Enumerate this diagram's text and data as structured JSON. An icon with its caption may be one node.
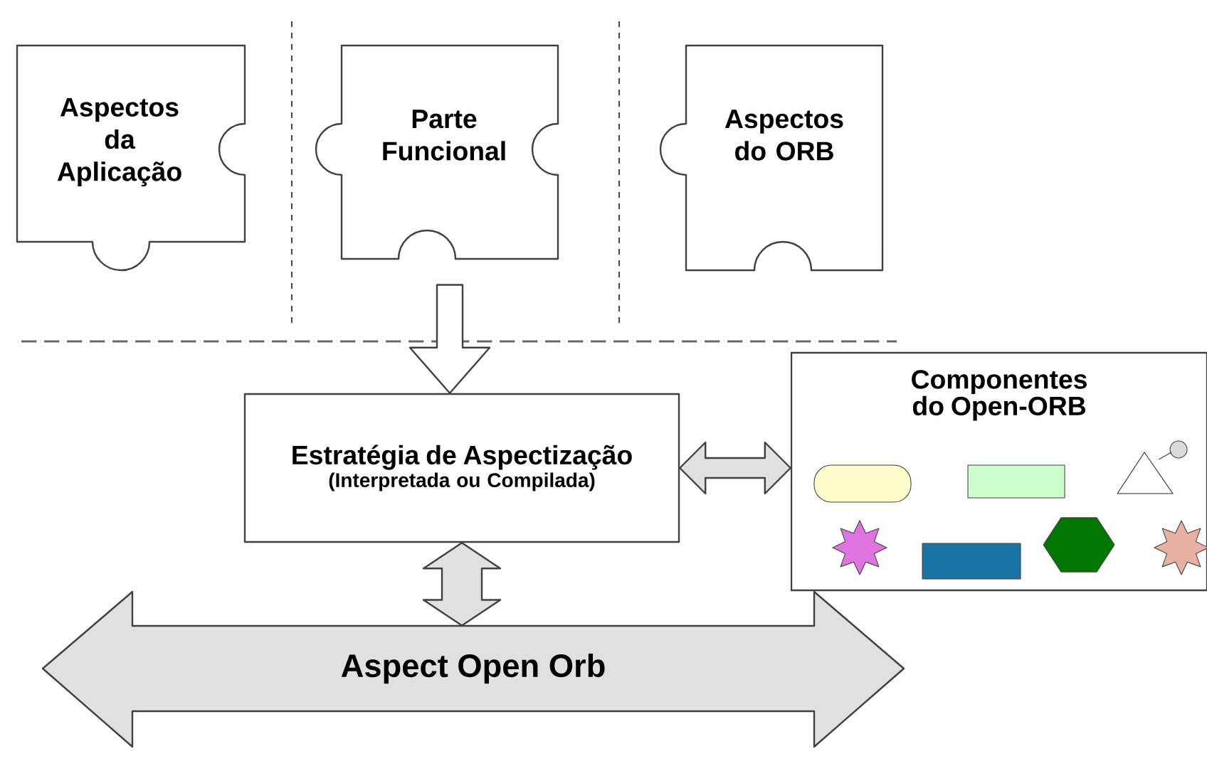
{
  "diagram": {
    "nodes": [
      {
        "text": [
          "Aspectos da Aplicação"
        ]
      },
      {
        "text": [
          "Parte Funcional"
        ]
      },
      {
        "text": [
          "Aspectos do ORB"
        ]
      },
      {
        "text": [
          "Estratégia de Aspectização",
          "(Interpretada ou Compilada)"
        ]
      },
      {
        "text": [
          "Componentes do Open-ORB"
        ]
      },
      {
        "text": [
          "Aspect Open Orb"
        ]
      }
    ],
    "edges": [
      {
        "from": 1,
        "to": 3,
        "arrow": "to"
      },
      {
        "from": 3,
        "to": 4,
        "arrow": "both"
      },
      {
        "from": 3,
        "to": 5,
        "arrow": "both"
      }
    ]
  }
}
